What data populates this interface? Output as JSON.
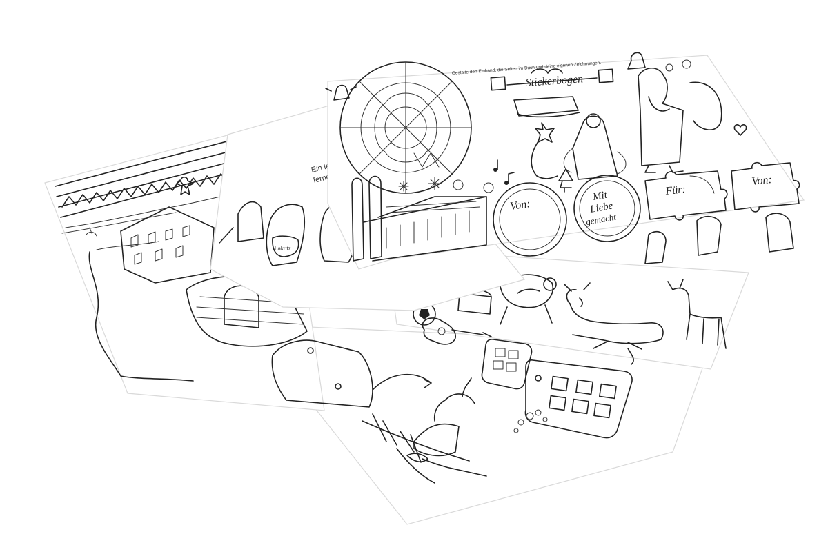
{
  "sticker_sheet": {
    "header_line": "Gestalte den Einband, die Seiten im Buch und deine eigenen Zeichnungen.",
    "title": "Stickerbogen",
    "tags": {
      "von_circle": "Von:",
      "mit_liebe": [
        "Mit",
        "Liebe",
        "gemacht"
      ],
      "fuer_puzzle": "Für:",
      "von_puzzle": "Von:"
    }
  },
  "left_sheet": {
    "caption_fragments": [
      "Ein le",
      "fernen"
    ]
  },
  "candy_bag_label": "Lakritz",
  "colors": {
    "background": "#ffffff",
    "paper": "#ffffff",
    "ink": "#222222",
    "sheet_edge": "#d9d9d9"
  }
}
